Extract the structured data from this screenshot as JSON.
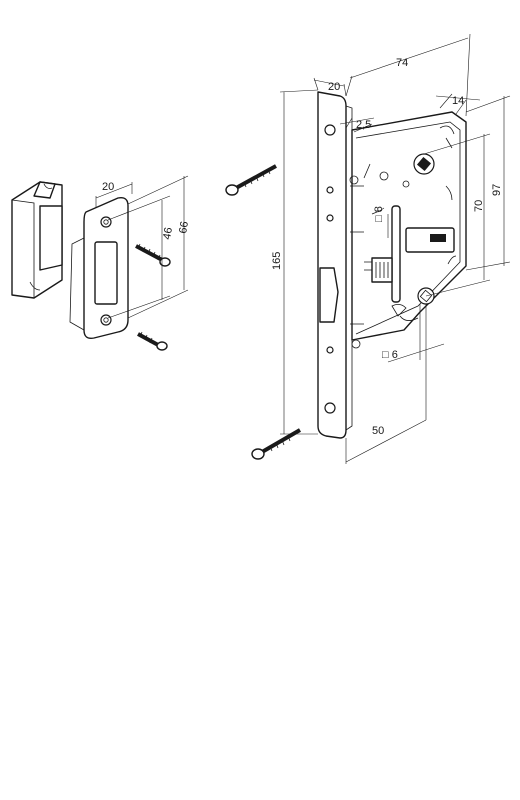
{
  "dimensions": {
    "strike_width": "20",
    "strike_hole_spacing": "46",
    "strike_height": "66",
    "faceplate_width": "20",
    "body_depth": "74",
    "faceplate_offset": "2,5",
    "top_margin": "14",
    "faceplate_height": "165",
    "spindle_square": "□ 8",
    "body_height": "97",
    "center_distance": "70",
    "key_square": "□ 6",
    "backset": "50"
  },
  "colors": {
    "line": "#1a1a1a",
    "paper": "#ffffff"
  }
}
